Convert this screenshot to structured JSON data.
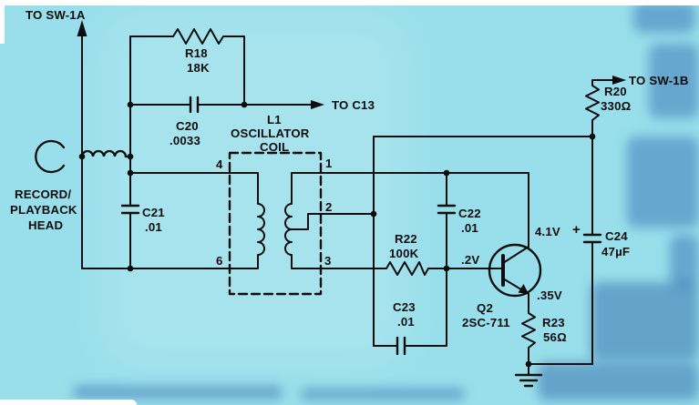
{
  "schematic": {
    "connections": {
      "to_sw1a": "TO SW-1A",
      "to_sw1b": "TO SW-1B",
      "to_c13": "TO C13"
    },
    "head": {
      "line1": "RECORD/",
      "line2": "PLAYBACK",
      "line3": "HEAD"
    },
    "coil": {
      "name": "L1",
      "desc1": "OSCILLATOR",
      "desc2": "COIL",
      "pin1": "1",
      "pin2": "2",
      "pin3": "3",
      "pin4": "4",
      "pin6": "6"
    },
    "resistors": {
      "r18": {
        "name": "R18",
        "value": "18K"
      },
      "r20": {
        "name": "R20",
        "value": "330Ω"
      },
      "r22": {
        "name": "R22",
        "value": "100K"
      },
      "r23": {
        "name": "R23",
        "value": "56Ω"
      }
    },
    "capacitors": {
      "c20": {
        "name": "C20",
        "value": ".0033"
      },
      "c21": {
        "name": "C21",
        "value": ".01"
      },
      "c22": {
        "name": "C22",
        "value": ".01"
      },
      "c23": {
        "name": "C23",
        "value": ".01"
      },
      "c24": {
        "name": "C24",
        "value": "47µF",
        "polarity": "+"
      }
    },
    "transistor": {
      "name": "Q2",
      "part": "2SC-711",
      "v_collector": "4.1V",
      "v_base": ".2V",
      "v_emitter": ".35V"
    }
  },
  "colors": {
    "paper": "#98dfeb",
    "ink": "#0d0d0d",
    "print_bleed": "#3f74b8"
  }
}
